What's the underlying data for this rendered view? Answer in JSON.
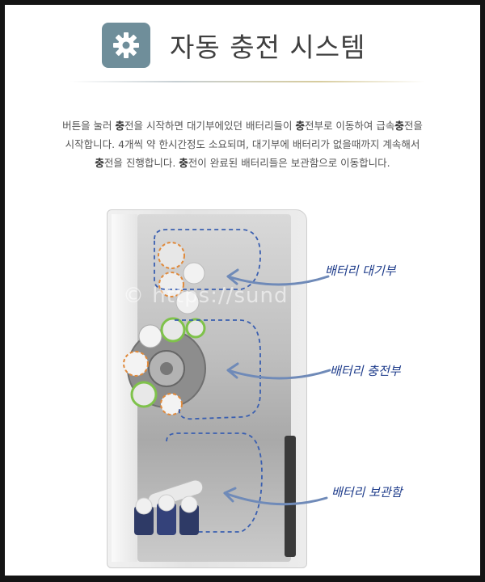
{
  "title": "자동 충전 시스템",
  "description": {
    "line1": [
      {
        "t": "버튼을 눌러 "
      },
      {
        "t": "충",
        "b": true
      },
      {
        "t": "전을 시작하면 대기부에있던 배터리들이 "
      },
      {
        "t": "충",
        "b": true
      },
      {
        "t": "전부로 이동하여 급속"
      },
      {
        "t": "충",
        "b": true
      },
      {
        "t": "전을"
      }
    ],
    "line2": "시작합니다. 4개씩 약 한시간정도 소요되며, 대기부에 배터리가 없을때까지 계속해서",
    "line3": [
      {
        "t": "충",
        "b": true
      },
      {
        "t": "전을 진행합니다. "
      },
      {
        "t": "충",
        "b": true
      },
      {
        "t": "전이 완료된 배터리들은 보관함으로 이동합니다."
      }
    ]
  },
  "labels": {
    "waiting": "배터리 대기부",
    "charging": "배터리 충전부",
    "storage": "배터리 보관함"
  },
  "watermark": "© https://sund",
  "icons": {
    "header": "gear-icon"
  },
  "colors": {
    "accent": "#6f8e9a",
    "label": "#1d3b8a",
    "dashed": "#3a5fb0",
    "arrow": "#6f8ab8"
  }
}
